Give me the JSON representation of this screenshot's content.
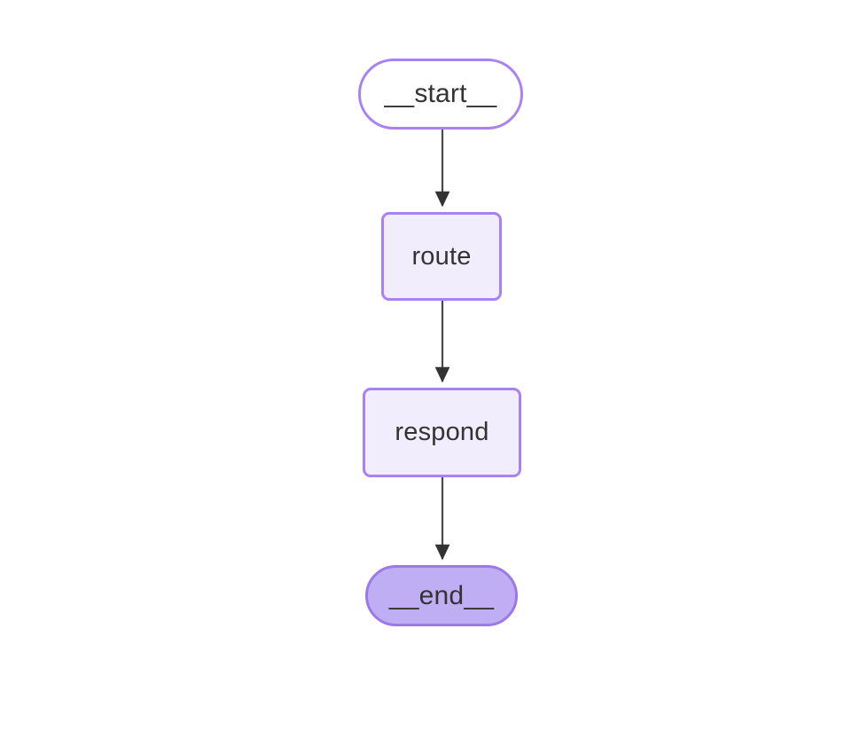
{
  "diagram": {
    "type": "flowchart",
    "orientation": "top-to-bottom",
    "background_color": "#ffffff",
    "accent_color": "#a882f0",
    "edge_color": "#333333",
    "text_color": "#333333",
    "nodes": [
      {
        "id": "start",
        "label": "__start__",
        "shape": "pill",
        "fill": "#ffffff",
        "stroke": "#a882f0"
      },
      {
        "id": "route",
        "label": "route",
        "shape": "rounded-rect",
        "fill": "#f1edfc",
        "stroke": "#a882f0"
      },
      {
        "id": "respond",
        "label": "respond",
        "shape": "rounded-rect",
        "fill": "#f1edfc",
        "stroke": "#a882f0"
      },
      {
        "id": "end",
        "label": "__end__",
        "shape": "pill",
        "fill": "#bfaef4",
        "stroke": "#9b7ae8"
      }
    ],
    "edges": [
      {
        "id": "start-route",
        "from": "start",
        "to": "route",
        "arrow": "solid",
        "label": ""
      },
      {
        "id": "route-respond",
        "from": "route",
        "to": "respond",
        "arrow": "solid",
        "label": ""
      },
      {
        "id": "respond-end",
        "from": "respond",
        "to": "end",
        "arrow": "solid",
        "label": ""
      }
    ]
  }
}
